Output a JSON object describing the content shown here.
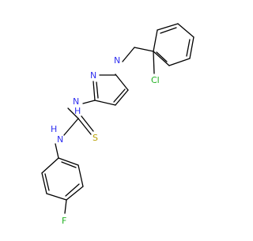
{
  "molecule": {
    "atom_labels": {
      "n_pyrazole_1": "N",
      "n_pyrazole_2": "N",
      "nh_upper": "N",
      "h_upper": "H",
      "nh_lower": "N",
      "h_lower": "H",
      "sulfur": "S",
      "chlorine": "Cl",
      "fluorine": "F"
    },
    "colors": {
      "bond": "#000000",
      "nitrogen": "#3030f0",
      "sulfur": "#b8a000",
      "chlorine": "#20b020",
      "fluorine": "#20b020"
    }
  }
}
